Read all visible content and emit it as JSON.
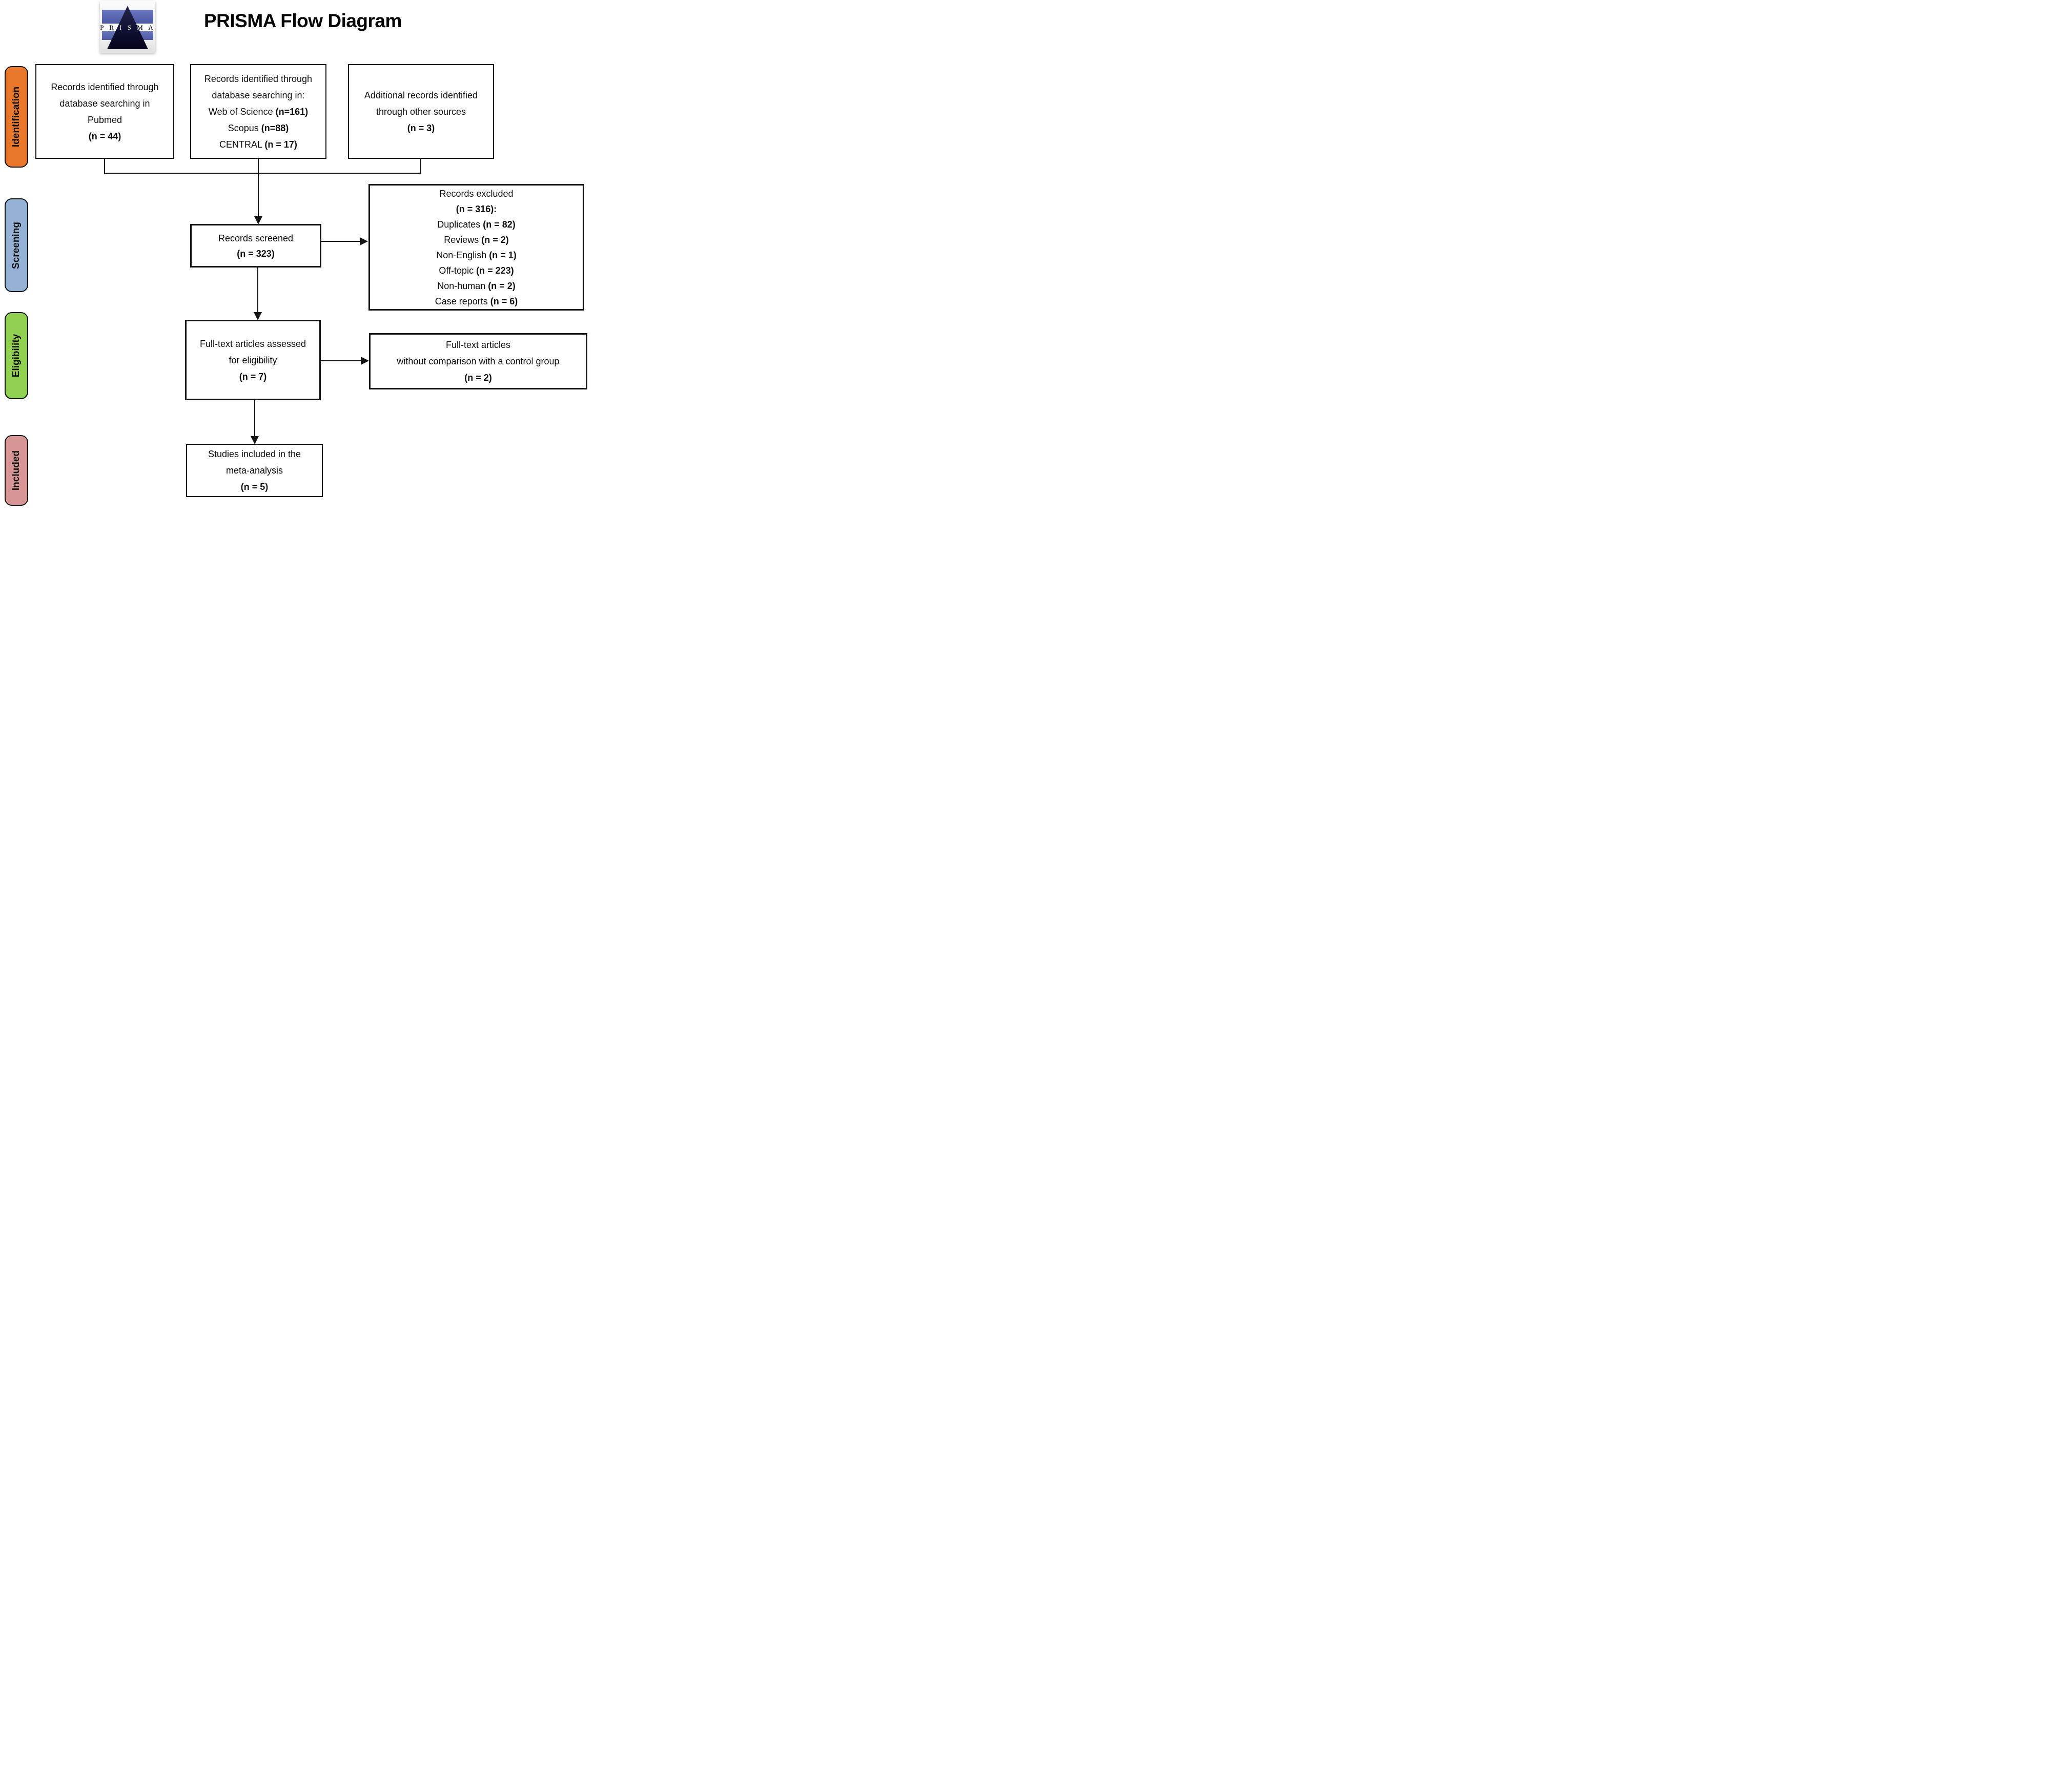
{
  "title": "PRISMA Flow Diagram",
  "logo": {
    "text": "P R I S M A"
  },
  "colors": {
    "identification": "#e8772c",
    "screening": "#95b2d6",
    "eligibility": "#90cf4f",
    "included": "#d79695",
    "line": "#141414"
  },
  "stages": [
    {
      "label": "Identification",
      "color": "#e8772c"
    },
    {
      "label": "Screening",
      "color": "#95b2d6"
    },
    {
      "label": "Eligibility",
      "color": "#90cf4f"
    },
    {
      "label": "Included",
      "color": "#d79695"
    }
  ],
  "boxes": {
    "pubmed": {
      "lines": [
        [
          {
            "t": "Records identified through",
            "b": false
          }
        ],
        [
          {
            "t": "database searching in",
            "b": false
          }
        ],
        [
          {
            "t": "Pubmed",
            "b": false
          }
        ],
        [
          {
            "t": "(n = 44)",
            "b": true
          }
        ]
      ]
    },
    "databases": {
      "lines": [
        [
          {
            "t": "Records identified through",
            "b": false
          }
        ],
        [
          {
            "t": "database searching in:",
            "b": false
          }
        ],
        [
          {
            "t": "Web of Science ",
            "b": false
          },
          {
            "t": "(n=161)",
            "b": true
          }
        ],
        [
          {
            "t": "Scopus ",
            "b": false
          },
          {
            "t": "(n=88)",
            "b": true
          }
        ],
        [
          {
            "t": "CENTRAL ",
            "b": false
          },
          {
            "t": "(n = 17)",
            "b": true
          }
        ]
      ]
    },
    "other_sources": {
      "lines": [
        [
          {
            "t": "Additional records identified",
            "b": false
          }
        ],
        [
          {
            "t": "through other sources",
            "b": false
          }
        ],
        [
          {
            "t": "(n = 3)",
            "b": true
          }
        ]
      ]
    },
    "screened": {
      "lines": [
        [
          {
            "t": "Records screened",
            "b": false
          }
        ],
        [
          {
            "t": "(n = 323)",
            "b": true
          }
        ]
      ]
    },
    "excluded": {
      "lines": [
        [
          {
            "t": "Records excluded",
            "b": false
          }
        ],
        [
          {
            "t": "(n = 316):",
            "b": true
          }
        ],
        [
          {
            "t": "Duplicates ",
            "b": false
          },
          {
            "t": "(n = 82)",
            "b": true
          }
        ],
        [
          {
            "t": "Reviews ",
            "b": false
          },
          {
            "t": "(n = 2)",
            "b": true
          }
        ],
        [
          {
            "t": "Non-English ",
            "b": false
          },
          {
            "t": "(n = 1)",
            "b": true
          }
        ],
        [
          {
            "t": "Off-topic ",
            "b": false
          },
          {
            "t": "(n = 223)",
            "b": true
          }
        ],
        [
          {
            "t": "Non-human ",
            "b": false
          },
          {
            "t": "(n = 2)",
            "b": true
          }
        ],
        [
          {
            "t": "Case reports ",
            "b": false
          },
          {
            "t": "(n = 6)",
            "b": true
          }
        ]
      ]
    },
    "fulltext": {
      "lines": [
        [
          {
            "t": "Full-text articles assessed",
            "b": false
          }
        ],
        [
          {
            "t": "for eligibility",
            "b": false
          }
        ],
        [
          {
            "t": "(n = 7)",
            "b": true
          }
        ]
      ]
    },
    "no_control": {
      "lines": [
        [
          {
            "t": "Full-text articles",
            "b": false
          }
        ],
        [
          {
            "t": "without comparison with a control group",
            "b": false
          }
        ],
        [
          {
            "t": "(n = 2)",
            "b": true
          }
        ]
      ]
    },
    "included_studies": {
      "lines": [
        [
          {
            "t": "Studies included in the",
            "b": false
          }
        ],
        [
          {
            "t": "meta-analysis",
            "b": false
          }
        ],
        [
          {
            "t": "(n = 5)",
            "b": true
          }
        ]
      ]
    }
  },
  "edges": [
    {
      "from": "records-pubmed",
      "to": "records-screened"
    },
    {
      "from": "records-databases",
      "to": "records-screened"
    },
    {
      "from": "records-other-sources",
      "to": "records-screened"
    },
    {
      "from": "records-screened",
      "to": "records-excluded"
    },
    {
      "from": "records-screened",
      "to": "fulltext-assessed"
    },
    {
      "from": "fulltext-assessed",
      "to": "fulltext-no-control"
    },
    {
      "from": "fulltext-assessed",
      "to": "studies-included"
    }
  ]
}
